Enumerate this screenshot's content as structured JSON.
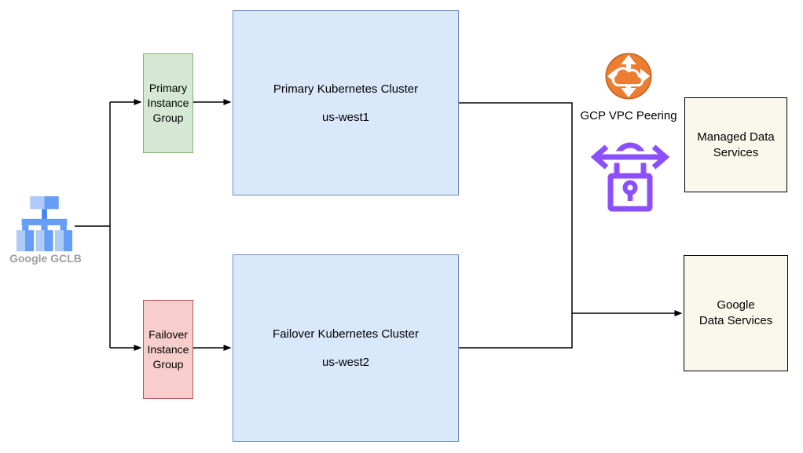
{
  "nodes": {
    "gclb": {
      "label": "Google GCLB"
    },
    "primary_instance_group": {
      "label": "Primary\nInstance\nGroup"
    },
    "failover_instance_group": {
      "label": "Failover\nInstance\nGroup"
    },
    "primary_cluster": {
      "title": "Primary Kubernetes Cluster",
      "region": "us-west1"
    },
    "failover_cluster": {
      "title": "Failover Kubernetes Cluster",
      "region": "us-west2"
    },
    "vpc_peering": {
      "label": "GCP VPC Peering"
    },
    "managed_data_services": {
      "label": "Managed Data\nServices"
    },
    "google_data_services": {
      "label": "Google\nData Services"
    }
  },
  "edges": [
    {
      "from": "gclb",
      "to": "primary_instance_group"
    },
    {
      "from": "gclb",
      "to": "failover_instance_group"
    },
    {
      "from": "primary_instance_group",
      "to": "primary_cluster"
    },
    {
      "from": "failover_instance_group",
      "to": "failover_cluster"
    },
    {
      "from": "primary_cluster",
      "to": "google_data_services"
    },
    {
      "from": "failover_cluster",
      "to": "google_data_services"
    }
  ],
  "colors": {
    "green_fill": "#d5e8d4",
    "green_border": "#82b366",
    "red_fill": "#f8cecc",
    "red_border": "#b85450",
    "blue_fill": "#dae8fc",
    "blue_border": "#6c8ebf",
    "cream_fill": "#faf7ec",
    "cream_border": "#000000",
    "connector": "#000000",
    "gclb_label_gray": "#9e9e9e",
    "gclb_blue_light": "#aecbfa",
    "gclb_blue_mid": "#669df6",
    "gclb_blue_dark": "#4285f4",
    "vpc_orange": "#ed7d31",
    "vpc_orange_border": "#c96a28",
    "lock_purple": "#8c4fff"
  }
}
